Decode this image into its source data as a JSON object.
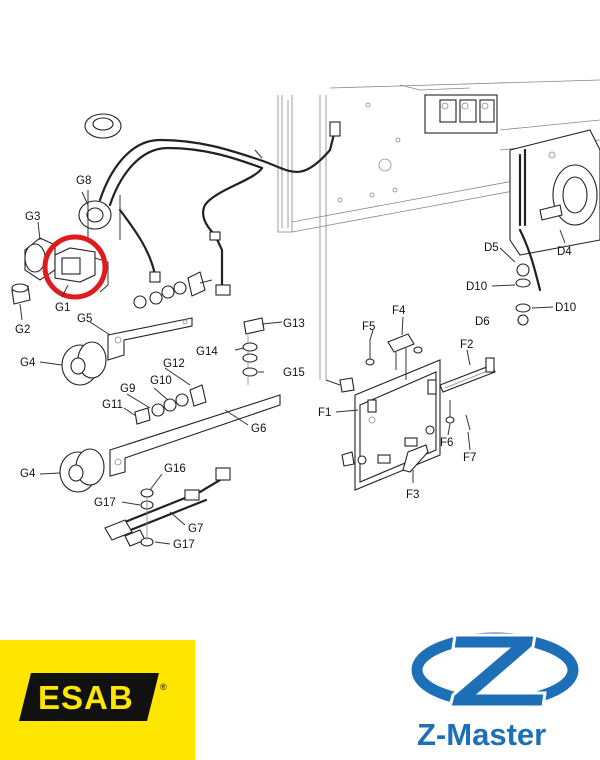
{
  "labels": {
    "G1": "G1",
    "G2": "G2",
    "G3": "G3",
    "G4a": "G4",
    "G4b": "G4",
    "G5": "G5",
    "G6": "G6",
    "G7": "G7",
    "G8": "G8",
    "G9": "G9",
    "G10": "G10",
    "G11": "G11",
    "G12": "G12",
    "G13": "G13",
    "G14": "G14",
    "G15": "G15",
    "G16": "G16",
    "G17a": "G17",
    "G17b": "G17",
    "F1": "F1",
    "F2": "F2",
    "F3": "F3",
    "F4": "F4",
    "F5": "F5",
    "F6": "F6",
    "F7": "F7",
    "D4": "D4",
    "D5": "D5",
    "D6": "D6",
    "D10a": "D10",
    "D10b": "D10"
  },
  "highlight": {
    "part": "G1",
    "color": "#e01b1b"
  },
  "logos": {
    "esab": {
      "text": "ESAB",
      "reg": "®",
      "bg_color": "#ffe600",
      "fg_color": "#111111"
    },
    "zmaster": {
      "text": "Z-Master",
      "color": "#1d6fb8"
    }
  }
}
